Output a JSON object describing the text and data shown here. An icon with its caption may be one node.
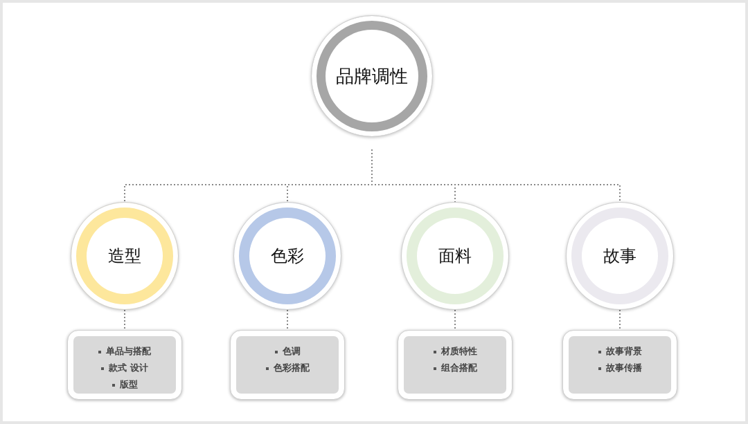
{
  "diagram": {
    "nodes": [
      {
        "text": [
          "品牌调性"
        ]
      },
      {
        "text": [
          "造型"
        ]
      },
      {
        "text": [
          "色彩"
        ]
      },
      {
        "text": [
          "面料"
        ]
      },
      {
        "text": [
          "故事"
        ]
      },
      {
        "text": [
          "单品与搭配",
          "款式 设计",
          "版型"
        ]
      },
      {
        "text": [
          "色调",
          "色彩搭配"
        ]
      },
      {
        "text": [
          "材质特性",
          "组合搭配"
        ]
      },
      {
        "text": [
          "故事背景",
          "故事传播"
        ]
      }
    ],
    "edges": [
      {
        "from": 0,
        "to": 1,
        "arrow": "none"
      },
      {
        "from": 0,
        "to": 2,
        "arrow": "none"
      },
      {
        "from": 0,
        "to": 3,
        "arrow": "none"
      },
      {
        "from": 0,
        "to": 4,
        "arrow": "none"
      },
      {
        "from": 1,
        "to": 5,
        "arrow": "none"
      },
      {
        "from": 2,
        "to": 6,
        "arrow": "none"
      },
      {
        "from": 3,
        "to": 7,
        "arrow": "none"
      },
      {
        "from": 4,
        "to": 8,
        "arrow": "none"
      }
    ]
  }
}
